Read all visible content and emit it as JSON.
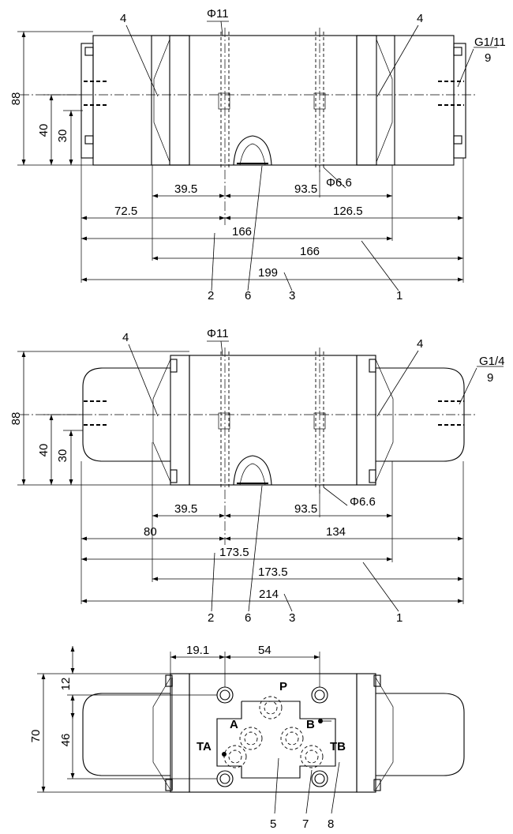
{
  "view1": {
    "dia_top": "Φ11",
    "port": "G1/11",
    "port_callout": "9",
    "dia_bolt": "Φ6.6",
    "h_total": "88",
    "h_40": "40",
    "h_30": "30",
    "d_39_5": "39.5",
    "d_93_5": "93.5",
    "d_left": "72.5",
    "d_right": "126.5",
    "d_166a": "166",
    "d_166b": "166",
    "d_overall": "199",
    "c_left_4": "4",
    "c_right_4": "4",
    "c_2": "2",
    "c_6": "6",
    "c_3": "3",
    "c_1": "1"
  },
  "view2": {
    "dia_top": "Φ11",
    "port": "G1/4",
    "port_callout": "9",
    "dia_bolt": "Φ6.6",
    "h_total": "88",
    "h_40": "40",
    "h_30": "30",
    "d_39_5": "39.5",
    "d_93_5": "93.5",
    "d_left": "80",
    "d_right": "134",
    "d_173a": "173.5",
    "d_173b": "173.5",
    "d_overall": "214",
    "c_left_4": "4",
    "c_right_4": "4",
    "c_2": "2",
    "c_6": "6",
    "c_3": "3",
    "c_1": "1"
  },
  "view3": {
    "d_19_1": "19.1",
    "d_54": "54",
    "h_70": "70",
    "h_12": "12",
    "h_46": "46",
    "port_p": "P",
    "port_a": "A",
    "port_b": "B",
    "port_ta": "TA",
    "port_tb": "TB",
    "c_5": "5",
    "c_7": "7",
    "c_8": "8"
  }
}
